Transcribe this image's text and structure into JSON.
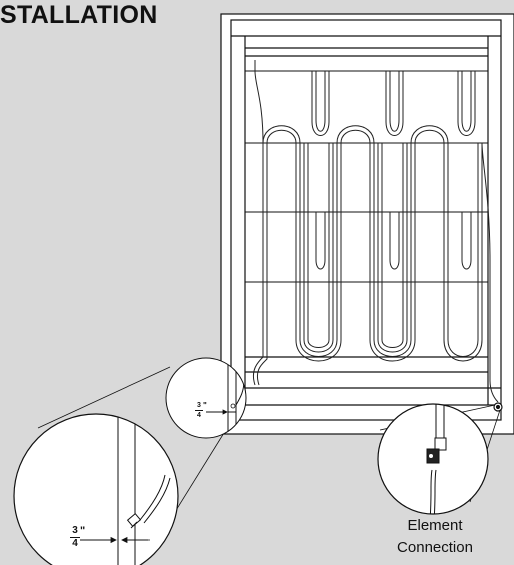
{
  "header": {
    "title": "STALLATION"
  },
  "dimension": {
    "numerator": "3",
    "denominator": "4",
    "unit": "\""
  },
  "caption": {
    "line1": "Element",
    "line2": "Connection"
  }
}
